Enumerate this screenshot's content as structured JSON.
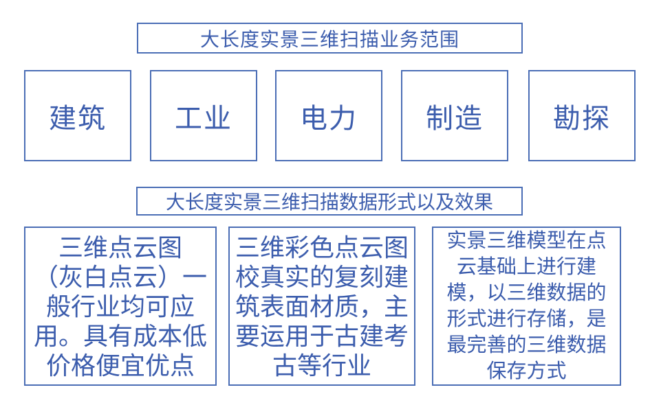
{
  "palette": {
    "ink": "#3c5dad",
    "border": "#4a6db5",
    "background": "#ffffff"
  },
  "section1": {
    "title": "大长度实景三维扫描业务范围",
    "categories": [
      "建筑",
      "工业",
      "电力",
      "制造",
      "勘探"
    ]
  },
  "section2": {
    "title": "大长度实景三维扫描数据形式以及效果",
    "cards": [
      {
        "text": "三维点云图\n（灰白点云）一\n般行业均可应\n用。具有成本低\n价格便宜优点"
      },
      {
        "text": "三维彩色点云图\n校真实的复刻建\n筑表面材质，主\n要运用于古建考\n古等行业"
      },
      {
        "text": "实景三维模型在点\n云基础上进行建\n模，以三维数据的\n形式进行存储，是\n最完善的三维数据\n保存方式"
      }
    ]
  }
}
